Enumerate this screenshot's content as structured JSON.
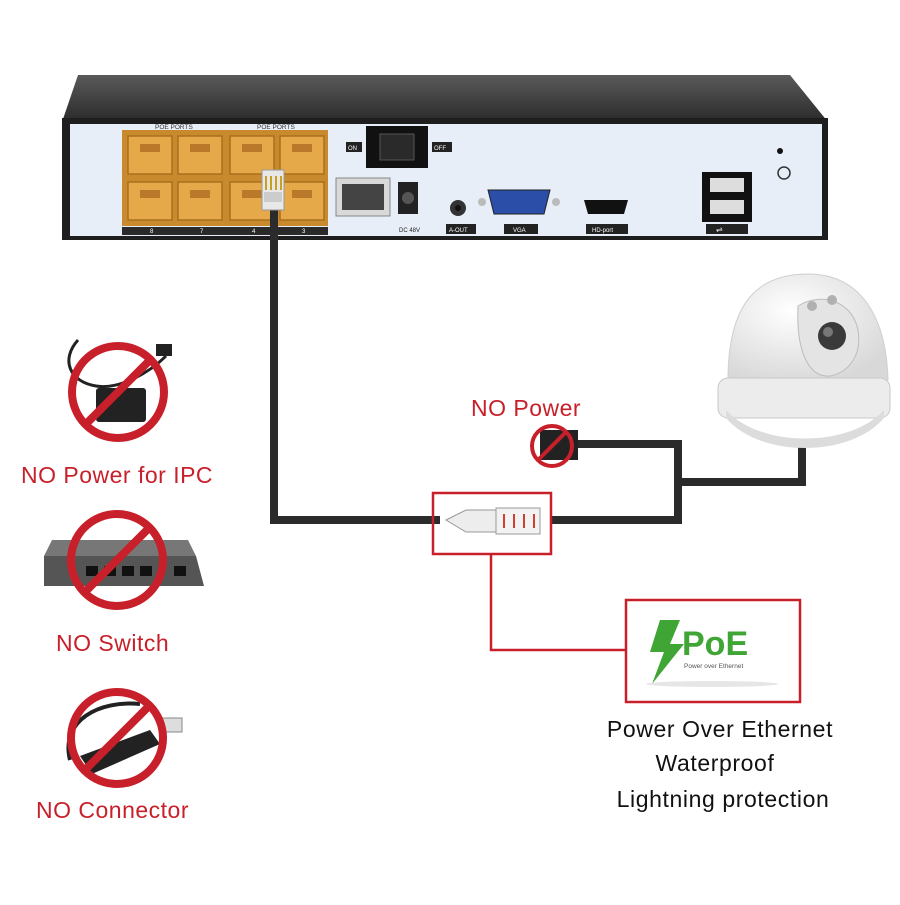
{
  "nvr": {
    "poe_ports_label_a": "POE PORTS",
    "poe_ports_label_b": "POE PORTS",
    "switch_on": "ON",
    "switch_off": "OFF",
    "dc_label": "DC 48V",
    "aout_label": "A-OUT",
    "vga_label": "VGA",
    "hd_label": "HD-port",
    "port_numbers": [
      "8",
      "7",
      "4",
      "3"
    ]
  },
  "labels": {
    "no_power": "NO Power",
    "no_power_ipc": "NO Power for IPC",
    "no_switch": "NO Switch",
    "no_connector": "NO Connector"
  },
  "poe_logo": {
    "text": "PoE",
    "subtitle": "Power over Ethernet"
  },
  "features": [
    "Power Over Ethernet",
    "Waterproof",
    "Lightning protection"
  ],
  "colors": {
    "accent_red": "#c8202a",
    "poe_green": "#3fa535",
    "port_orange": "#e0a040",
    "panel_blue": "#e7eef7",
    "cable": "#2b2b2b"
  }
}
